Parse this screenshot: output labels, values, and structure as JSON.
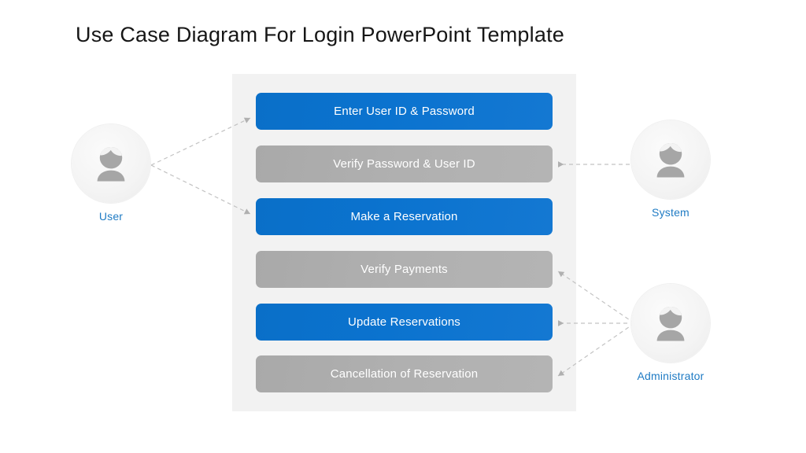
{
  "title": "Use Case Diagram For Login PowerPoint Template",
  "colors": {
    "blue_bar": "#0b73cf",
    "gray_bar": "#b0b0b0",
    "panel_bg": "#f2f2f2",
    "actor_label": "#1f7bc4",
    "connector": "#b9b9b9",
    "title_text": "#161616",
    "bar_text": "#ffffff"
  },
  "panel": {
    "use_cases": [
      {
        "label": "Enter User ID & Password",
        "style": "blue"
      },
      {
        "label": "Verify Password & User ID",
        "style": "gray"
      },
      {
        "label": "Make a Reservation",
        "style": "blue"
      },
      {
        "label": "Verify Payments",
        "style": "gray"
      },
      {
        "label": "Update Reservations",
        "style": "blue"
      },
      {
        "label": "Cancellation of Reservation",
        "style": "gray"
      }
    ]
  },
  "actors": [
    {
      "id": "user",
      "label": "User",
      "icon": "person-icon",
      "side": "left"
    },
    {
      "id": "system",
      "label": "System",
      "icon": "person-icon",
      "side": "right"
    },
    {
      "id": "administrator",
      "label": "Administrator",
      "icon": "person-icon",
      "side": "right"
    }
  ],
  "connections": [
    {
      "from": "user",
      "to": "Enter User ID & Password"
    },
    {
      "from": "user",
      "to": "Make a Reservation"
    },
    {
      "from": "system",
      "to": "Verify Password & User ID"
    },
    {
      "from": "administrator",
      "to": "Verify Payments"
    },
    {
      "from": "administrator",
      "to": "Update Reservations"
    },
    {
      "from": "administrator",
      "to": "Cancellation of Reservation"
    }
  ]
}
